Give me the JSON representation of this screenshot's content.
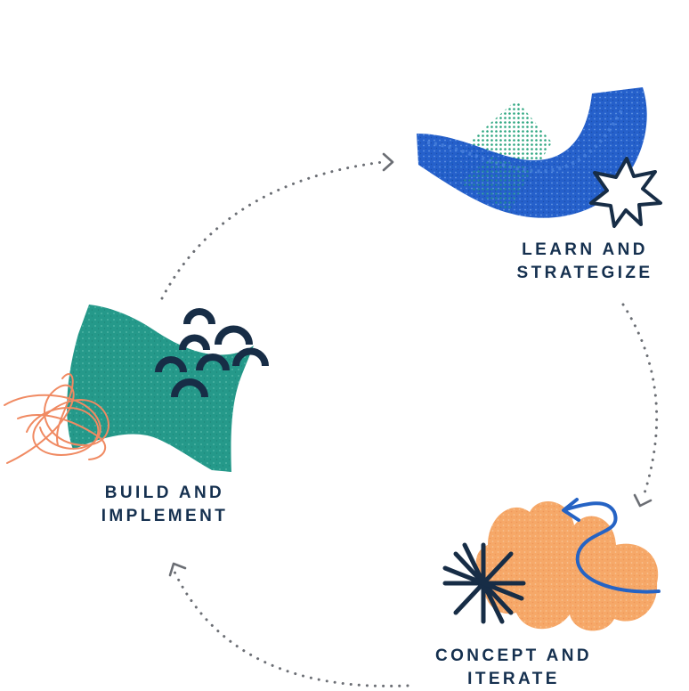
{
  "colors": {
    "label": "#15304f",
    "arrow": "#6b6e74",
    "learn_blue": "#1a58c8",
    "learn_green": "#2aa57e",
    "build_teal": "#25998a",
    "build_orange": "#f08a62",
    "concept_orange": "#f6a868",
    "concept_blue": "#2563c4",
    "dark_navy": "#172d46"
  },
  "stages": {
    "learn": {
      "line1": "LEARN AND",
      "line2": "STRATEGIZE"
    },
    "concept": {
      "line1": "CONCEPT AND",
      "line2": "ITERATE"
    },
    "build": {
      "line1": "BUILD AND",
      "line2": "IMPLEMENT"
    }
  },
  "icons": {
    "learn": [
      "blue-brush-stroke-icon",
      "green-dotted-diamond-icon",
      "navy-starburst-icon"
    ],
    "concept": [
      "orange-cloud-icon",
      "blue-squiggle-arrow-icon",
      "navy-asterisk-icon"
    ],
    "build": [
      "teal-bowtie-shape-icon",
      "navy-arches-icon",
      "orange-scribble-icon"
    ]
  }
}
